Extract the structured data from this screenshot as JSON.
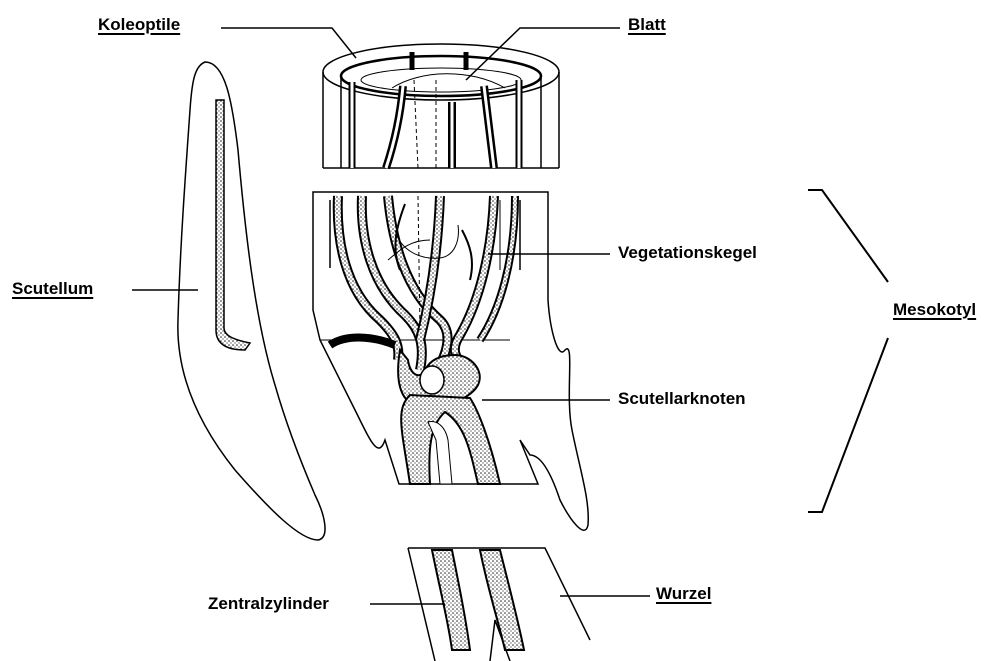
{
  "labels": {
    "koleoptile": "Koleoptile",
    "blatt": "Blatt",
    "vegetationskegel": "Vegetationskegel",
    "scutellum": "Scutellum",
    "mesokotyl": "Mesokotyl",
    "scutellarknoten": "Scutellarknoten",
    "zentralzylinder": "Zentralzylinder",
    "wurzel": "Wurzel"
  },
  "colors": {
    "ink": "#000000",
    "background": "#ffffff",
    "stipple": "#2a2a2a"
  }
}
